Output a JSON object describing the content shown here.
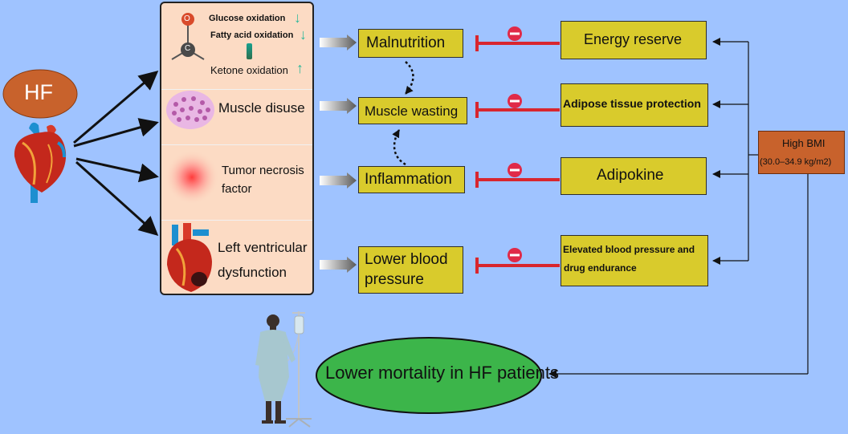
{
  "hf_label": "HF",
  "panel": {
    "glucose": "Glucose oxidation",
    "fatty_acid": "Fatty acid oxidation",
    "ketone": "Ketone oxidation",
    "muscle_disuse": "Muscle disuse",
    "tnf_line1": "Tumor necrosis",
    "tnf_line2": "factor",
    "lv_line1": "Left ventricular",
    "lv_line2": "dysfunction",
    "oxygen_symbol": "O",
    "carbon_symbol": "C",
    "down_arrow": "↓",
    "up_arrow": "↑"
  },
  "effects": {
    "malnutrition": "Malnutrition",
    "muscle_wasting": "Muscle wasting",
    "inflammation": "Inflammation",
    "lower_bp_line1": "Lower blood",
    "lower_bp_line2": "pressure"
  },
  "protections": {
    "energy_reserve": "Energy reserve",
    "adipose": "Adipose tissue protection",
    "adipokine": "Adipokine",
    "elevated_bp_line1": "Elevated blood pressure and",
    "elevated_bp_line2": "drug endurance"
  },
  "bmi": {
    "line1": "High BMI",
    "line2": "(30.0–34.9 kg/m2)"
  },
  "outcome": "Lower mortality in HF patients",
  "colors": {
    "background": "#9fc3ff",
    "panel": "#fcdbc4",
    "yellow_box": "#d9cb2c",
    "bmi_box": "#c8622c",
    "hf_oval": "#c8622c",
    "outcome_oval": "#3cb54a",
    "inhibit": "#d8262e",
    "indicator_arrow": "#2db89a"
  },
  "icons": [
    "heart-icon",
    "molecule-icon",
    "muscle-tissue-icon",
    "inflammation-glow-icon",
    "heart-ventricle-icon",
    "patient-iv-icon",
    "minus-sign-icon"
  ]
}
